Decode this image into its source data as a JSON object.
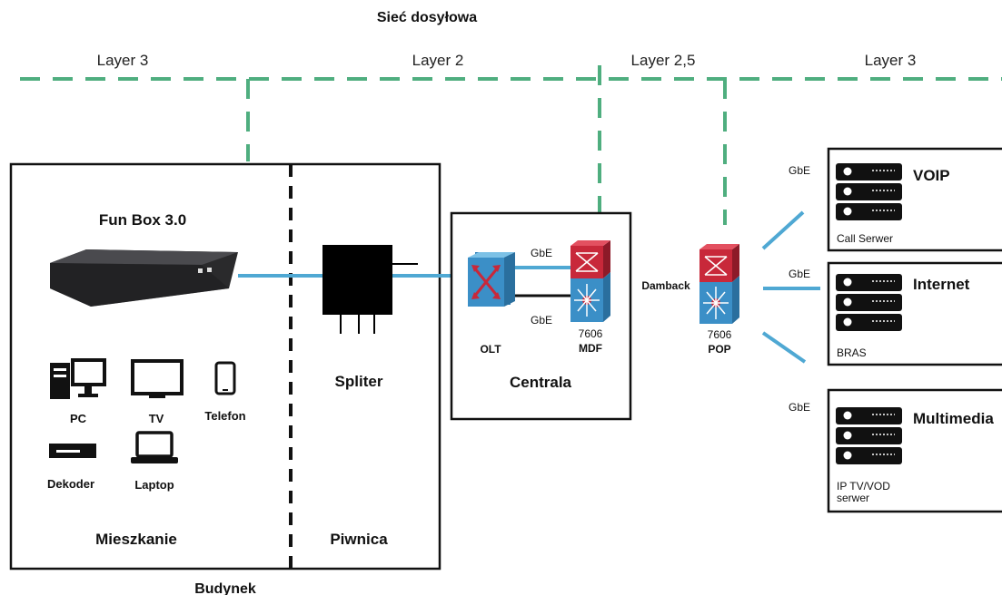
{
  "title": "Sieć dosyłowa",
  "layers": [
    "Layer 3",
    "Layer 2",
    "Layer 2,5",
    "Layer 3"
  ],
  "building": {
    "label": "Budynek",
    "apartment": "Mieszkanie",
    "basement": "Piwnica"
  },
  "funbox": "Fun Box 3.0",
  "devices": {
    "pc": "PC",
    "tv": "TV",
    "phone": "Telefon",
    "decoder": "Dekoder",
    "laptop": "Laptop"
  },
  "splitter": "Spliter",
  "central": {
    "label": "Centrala",
    "olt": "OLT",
    "mdf_model": "7606",
    "mdf": "MDF",
    "link_top": "GbE",
    "link_bottom": "GbE"
  },
  "damback": "Damback",
  "pop": {
    "model": "7606",
    "label": "POP"
  },
  "servers": [
    {
      "link": "GbE",
      "name": "VOIP",
      "caption": "Call Serwer"
    },
    {
      "link": "GbE",
      "name": "Internet",
      "caption": "BRAS"
    },
    {
      "link": "GbE",
      "name": "Multimedia",
      "caption_line1": "IP TV/VOD",
      "caption_line2": "serwer"
    }
  ],
  "colors": {
    "layer_divider": "#4fae7f",
    "fiber": "#4fa8d3",
    "router_red": "#c8283a",
    "switch_blue": "#3b8fc7"
  }
}
